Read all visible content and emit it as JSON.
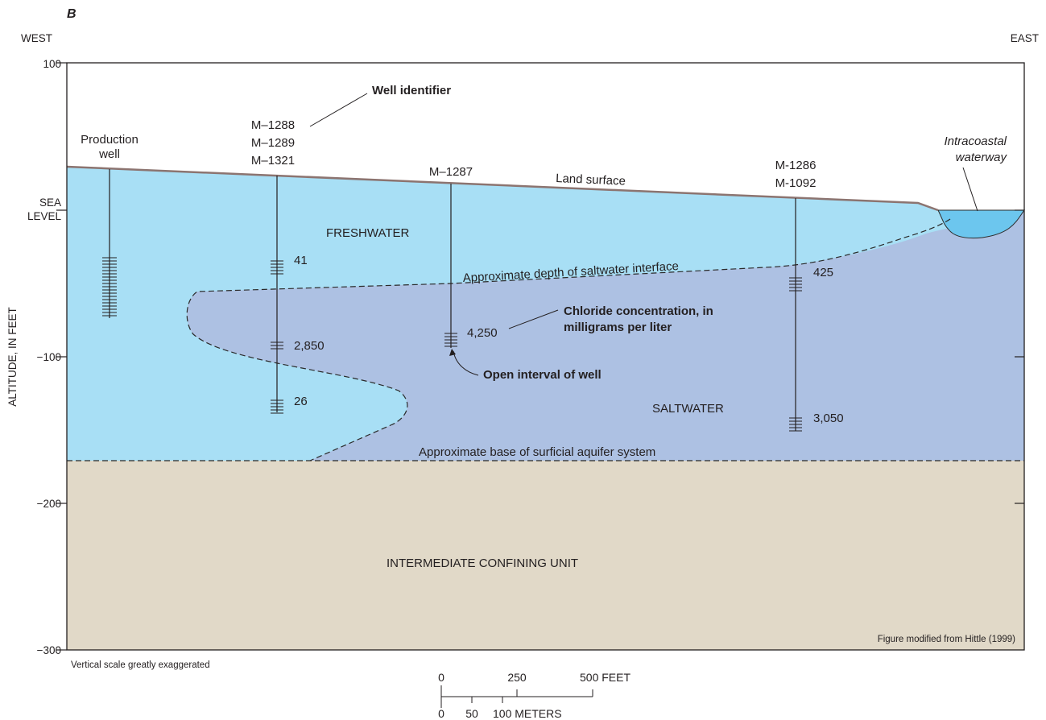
{
  "panel_label": "B",
  "directions": {
    "west": "WEST",
    "east": "EAST"
  },
  "y_axis": {
    "label": "ALTITUDE, IN FEET",
    "ticks": [
      "100",
      "SEA",
      "LEVEL",
      "−100",
      "−200",
      "−300"
    ]
  },
  "wells": {
    "production": {
      "line1": "Production",
      "line2": "well"
    },
    "group_a": {
      "ids": [
        "M–1288",
        "M–1289",
        "M–1321"
      ],
      "values": [
        "41",
        "2,850",
        "26"
      ]
    },
    "m1287": {
      "id": "M–1287",
      "value": "4,250"
    },
    "group_c": {
      "ids": [
        "M-1286",
        "M-1092"
      ],
      "values": [
        "425",
        "3,050"
      ]
    }
  },
  "labels": {
    "well_identifier": "Well identifier",
    "land_surface": "Land surface",
    "intracoastal_line1": "Intracoastal",
    "intracoastal_line2": "waterway",
    "freshwater": "FRESHWATER",
    "saltwater": "SALTWATER",
    "saltwater_interface": "Approximate depth of saltwater interface",
    "chloride_line1": "Chloride concentration, in",
    "chloride_line2": "milligrams per liter",
    "open_interval": "Open interval of well",
    "base_surficial": "Approximate base of surficial aquifer system",
    "confining_unit": "INTERMEDIATE CONFINING UNIT",
    "credit": "Figure modified from Hittle (1999)",
    "vertical_scale": "Vertical scale greatly exaggerated"
  },
  "scale_bar": {
    "feet_ticks": [
      "0",
      "250",
      "500 FEET"
    ],
    "meter_ticks": [
      "0",
      "50",
      "100 METERS"
    ]
  },
  "colors": {
    "freshwater": "#a8dff5",
    "saltwater": "#adc1e3",
    "confining_unit": "#e1d9c8",
    "waterway": "#6cc6ee",
    "land_surface": "#8c7470"
  }
}
